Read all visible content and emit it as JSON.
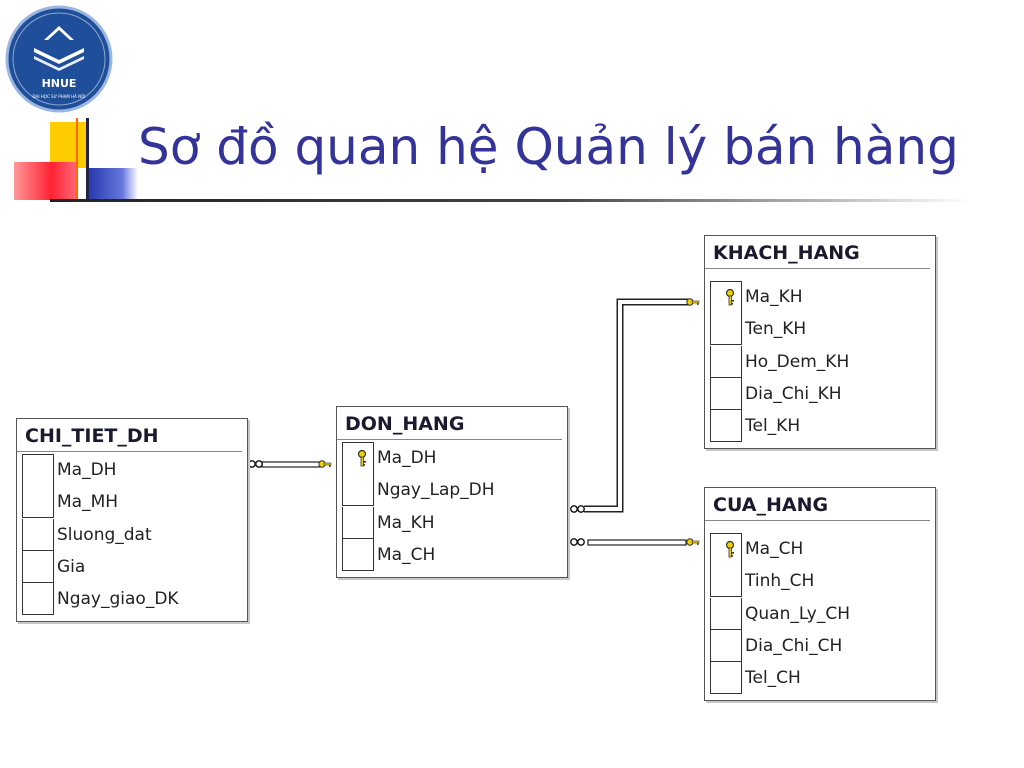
{
  "logo": {
    "text": "HNUE",
    "subtext": "ĐẠI HỌC SƯ PHẠM HÀ NỘI"
  },
  "title": "Sơ đồ quan hệ Quản lý bán hàng",
  "tables": {
    "chi_tiet_dh": {
      "name": "CHI_TIET_DH",
      "columns": [
        "Ma_DH",
        "Ma_MH",
        "Sluong_dat",
        "Gia",
        "Ngay_giao_DK"
      ]
    },
    "don_hang": {
      "name": "DON_HANG",
      "columns": [
        "Ma_DH",
        "Ngay_Lap_DH",
        "Ma_KH",
        "Ma_CH"
      ],
      "primary_key": "Ma_DH"
    },
    "khach_hang": {
      "name": "KHACH_HANG",
      "columns": [
        "Ma_KH",
        "Ten_KH",
        "Ho_Dem_KH",
        "Dia_Chi_KH",
        "Tel_KH"
      ],
      "primary_key": "Ma_KH"
    },
    "cua_hang": {
      "name": "CUA_HANG",
      "columns": [
        "Ma_CH",
        "Tinh_CH",
        "Quan_Ly_CH",
        "Dia_Chi_CH",
        "Tel_CH"
      ],
      "primary_key": "Ma_CH"
    }
  },
  "relationships": [
    {
      "from": "CHI_TIET_DH",
      "to": "DON_HANG"
    },
    {
      "from": "DON_HANG",
      "to": "KHACH_HANG"
    },
    {
      "from": "DON_HANG",
      "to": "CUA_HANG"
    }
  ],
  "colors": {
    "title": "#333399",
    "logo_circle": "#1f4e9a",
    "deco_yellow": "#ffcc00",
    "deco_red": "#ff3344",
    "deco_blue": "#2233aa"
  }
}
